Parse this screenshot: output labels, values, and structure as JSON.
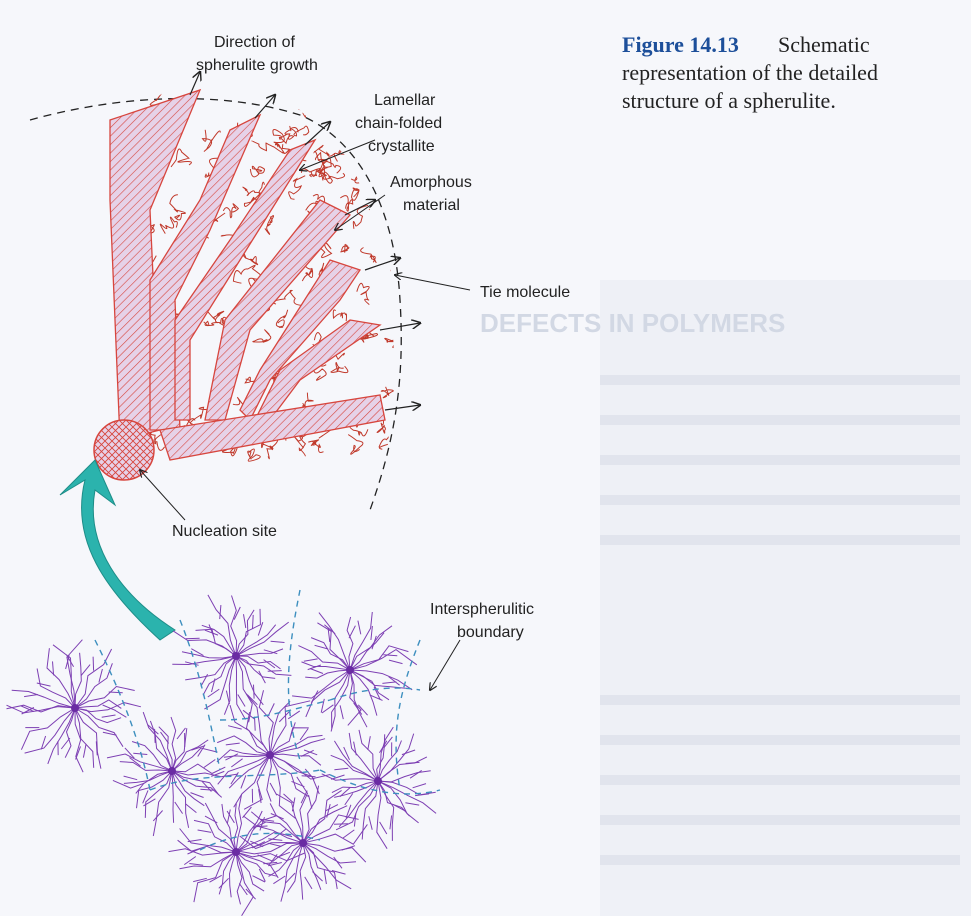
{
  "caption": {
    "figure_number": "Figure 14.13",
    "line1": "Schematic",
    "line2": "representation of the detailed",
    "line3": "structure of a spherulite."
  },
  "labels": {
    "growth_line1": "Direction of",
    "growth_line2": "spherulite growth",
    "lamellar_line1": "Lamellar",
    "lamellar_line2": "chain-folded",
    "lamellar_line3": "crystallite",
    "amorphous_line1": "Amorphous",
    "amorphous_line2": "material",
    "tie_molecule": "Tie molecule",
    "nucleation_site": "Nucleation site",
    "interspherulitic_line1": "Interspherulitic",
    "interspherulitic_line2": "boundary"
  },
  "colors": {
    "lamella_fill": "#e2cde4",
    "lamella_stroke": "#d7463e",
    "amorphous": "#c0392b",
    "spherulite_rays": "#7d3fb3",
    "boundary": "#3d8fbf",
    "arrow": "#2bb3ad"
  }
}
